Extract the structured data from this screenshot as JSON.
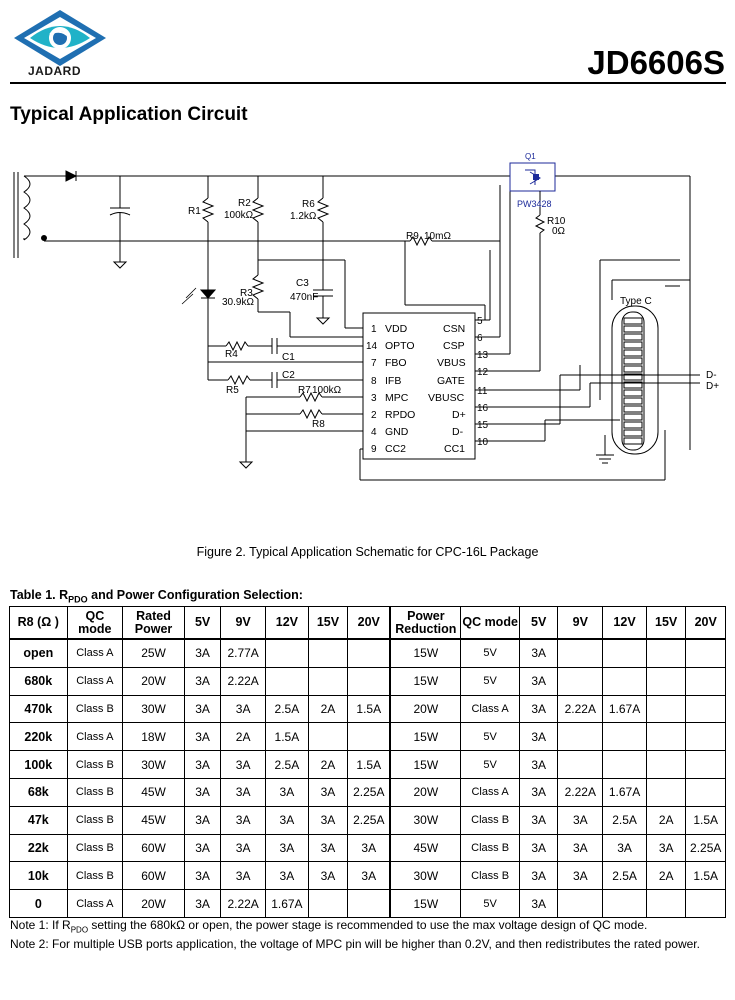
{
  "header": {
    "logo_text": "JADARD",
    "part_number": "JD6606S"
  },
  "section_title": "Typical Application Circuit",
  "schematic": {
    "q1_label": "Q1",
    "q1_part": "PW3428",
    "ic_pins_left": [
      {
        "num": "1",
        "name": "VDD"
      },
      {
        "num": "14",
        "name": "OPTO"
      },
      {
        "num": "7",
        "name": "FBO"
      },
      {
        "num": "8",
        "name": "IFB"
      },
      {
        "num": "3",
        "name": "MPC"
      },
      {
        "num": "2",
        "name": "RPDO"
      },
      {
        "num": "4",
        "name": "GND"
      },
      {
        "num": "9",
        "name": "CC2"
      }
    ],
    "ic_pins_right": [
      {
        "num": "5",
        "name": "CSN"
      },
      {
        "num": "6",
        "name": "CSP"
      },
      {
        "num": "13",
        "name": "VBUS"
      },
      {
        "num": "12",
        "name": "GATE"
      },
      {
        "num": "11",
        "name": "VBUSC"
      },
      {
        "num": "16",
        "name": "D+"
      },
      {
        "num": "15",
        "name": "D-"
      },
      {
        "num": "10",
        "name": "CC1"
      }
    ],
    "r1": "R1",
    "r2": "R2",
    "r2_val": "100kΩ",
    "r3": "R3",
    "r3_val": "30.9kΩ",
    "r4": "R4",
    "r5": "R5",
    "r6": "R6",
    "r6_val": "1.2kΩ",
    "r7": "R7",
    "r7_val": "100kΩ",
    "r8": "R8",
    "r9": "R9",
    "r9_val": "10mΩ",
    "r10": "R10",
    "r10_val": "0Ω",
    "c1": "C1",
    "c2": "C2",
    "c3": "C3",
    "c3_val": "470nF",
    "connector": "Type C",
    "dminus": "D-",
    "dplus": "D+"
  },
  "figure_caption": "Figure 2. Typical Application Schematic for CPC-16L Package",
  "table": {
    "title_prefix": "Table 1. R",
    "title_sub": "PDO",
    "title_suffix": " and Power Configuration Selection:",
    "headers": [
      "R8 (Ω )",
      "QC mode",
      "Rated Power",
      "5V",
      "9V",
      "12V",
      "15V",
      "20V",
      "Power Reduction",
      "QC mode",
      "5V",
      "9V",
      "12V",
      "15V",
      "20V"
    ],
    "rows": [
      [
        "open",
        "Class A",
        "25W",
        "3A",
        "2.77A",
        "",
        "",
        "",
        "15W",
        "5V",
        "3A",
        "",
        "",
        "",
        ""
      ],
      [
        "680k",
        "Class A",
        "20W",
        "3A",
        "2.22A",
        "",
        "",
        "",
        "15W",
        "5V",
        "3A",
        "",
        "",
        "",
        ""
      ],
      [
        "470k",
        "Class B",
        "30W",
        "3A",
        "3A",
        "2.5A",
        "2A",
        "1.5A",
        "20W",
        "Class A",
        "3A",
        "2.22A",
        "1.67A",
        "",
        ""
      ],
      [
        "220k",
        "Class A",
        "18W",
        "3A",
        "2A",
        "1.5A",
        "",
        "",
        "15W",
        "5V",
        "3A",
        "",
        "",
        "",
        ""
      ],
      [
        "100k",
        "Class B",
        "30W",
        "3A",
        "3A",
        "2.5A",
        "2A",
        "1.5A",
        "15W",
        "5V",
        "3A",
        "",
        "",
        "",
        ""
      ],
      [
        "68k",
        "Class B",
        "45W",
        "3A",
        "3A",
        "3A",
        "3A",
        "2.25A",
        "20W",
        "Class A",
        "3A",
        "2.22A",
        "1.67A",
        "",
        ""
      ],
      [
        "47k",
        "Class B",
        "45W",
        "3A",
        "3A",
        "3A",
        "3A",
        "2.25A",
        "30W",
        "Class B",
        "3A",
        "3A",
        "2.5A",
        "2A",
        "1.5A"
      ],
      [
        "22k",
        "Class B",
        "60W",
        "3A",
        "3A",
        "3A",
        "3A",
        "3A",
        "45W",
        "Class B",
        "3A",
        "3A",
        "3A",
        "3A",
        "2.25A"
      ],
      [
        "10k",
        "Class B",
        "60W",
        "3A",
        "3A",
        "3A",
        "3A",
        "3A",
        "30W",
        "Class B",
        "3A",
        "3A",
        "2.5A",
        "2A",
        "1.5A"
      ],
      [
        "0",
        "Class A",
        "20W",
        "3A",
        "2.22A",
        "1.67A",
        "",
        "",
        "15W",
        "5V",
        "3A",
        "",
        "",
        "",
        ""
      ]
    ]
  },
  "notes": {
    "note1_prefix": "Note 1: If R",
    "note1_sub": "PDO",
    "note1_suffix": " setting the 680kΩ or open, the power stage is recommended to use the max voltage design of QC mode.",
    "note2": "Note 2: For multiple USB ports application, the voltage of MPC pin will be higher than 0.2V, and then redistributes the rated power."
  },
  "colors": {
    "logo_blue": "#1f6fb2",
    "logo_teal": "#20b2c8",
    "q1_text": "#1c2a9a"
  }
}
